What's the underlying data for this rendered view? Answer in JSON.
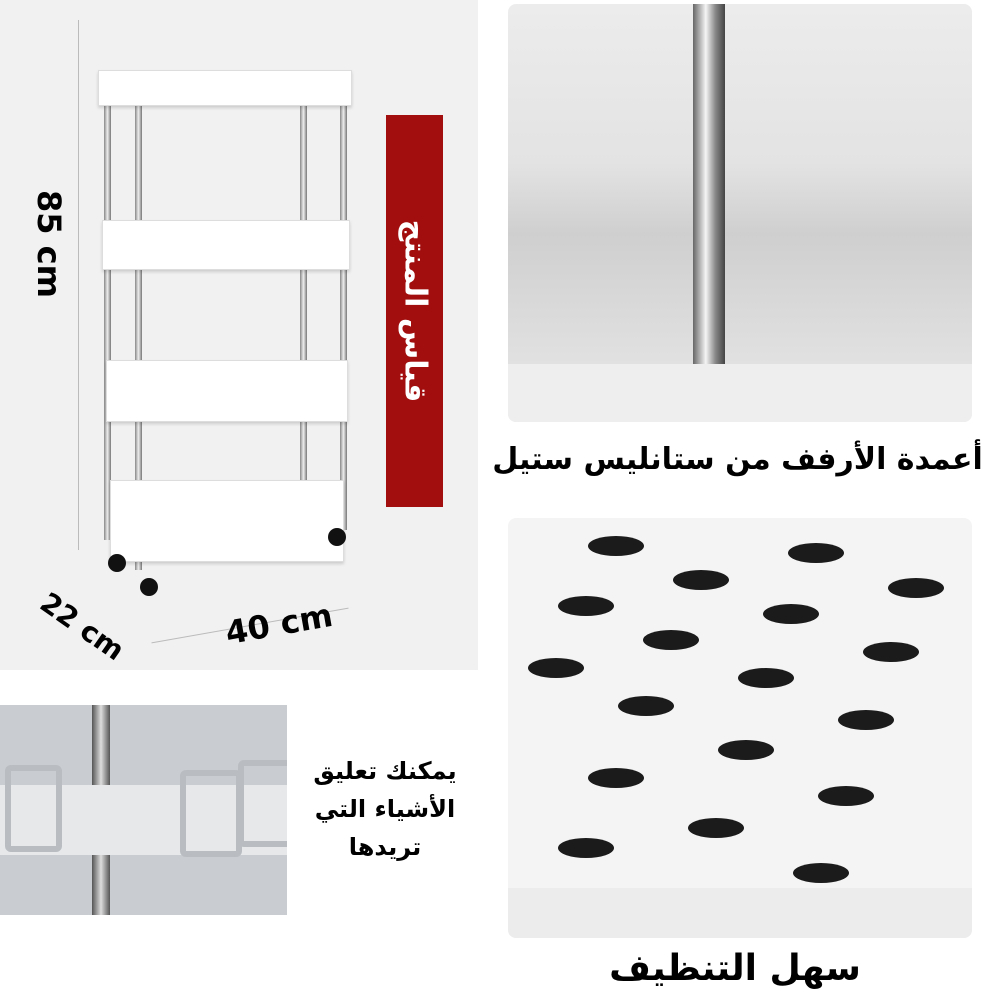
{
  "dimensions": {
    "height": "85 cm",
    "depth": "22 cm",
    "width": "40 cm",
    "label": "قياس المنتج"
  },
  "features": {
    "poles_caption": "أعمدة الأرفف من ستانليس ستيل",
    "hooks_caption_lines": [
      "يمكنك تعليق",
      "الأشياء التي",
      "تريدها"
    ],
    "cleaning_caption": "سهل التنظيف"
  },
  "colors": {
    "label_bg": "#a20e0e"
  }
}
